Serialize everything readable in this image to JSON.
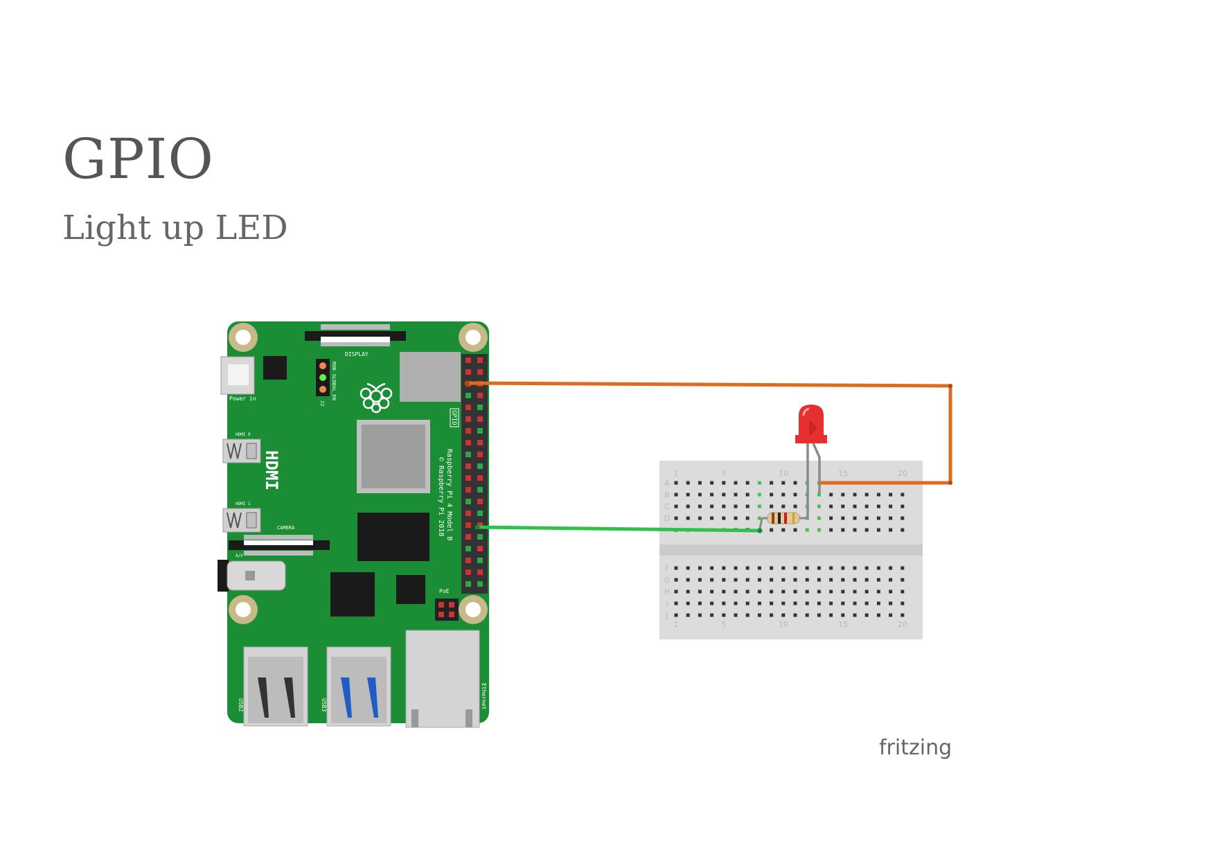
{
  "title": "GPIO",
  "subtitle": "Light up LED",
  "brand": "fritzing",
  "board": {
    "display_label": "DISPLAY",
    "power_label": "Power in",
    "led_labels": [
      "RUN",
      "GLOBAL_EN"
    ],
    "j2_label": "J2",
    "hdmi0_label": "HDMI 0",
    "hdmi1_label": "HDMI 1",
    "hdmi_label": "HDMI",
    "camera_label": "CAMERA",
    "av_label": "A/V",
    "gpio_label": "GPIO",
    "model_line1": "Raspberry Pi 4 Model B",
    "model_line2": "© Raspberry Pi 2018",
    "poe_label": "PoE",
    "usb2_label": "USB2",
    "usb3_label": "USB3",
    "ethernet_label": "Ethernet"
  },
  "breadboard": {
    "rows_top": [
      "A",
      "B",
      "C",
      "D"
    ],
    "rows_bottom": [
      "F",
      "G",
      "H",
      "I",
      "J"
    ],
    "column_numbers": [
      "1",
      "5",
      "10",
      "15",
      "20"
    ]
  },
  "colors": {
    "pcb": "#1b8e35",
    "wire_orange": "#e06a1e",
    "wire_green": "#2ec24a",
    "led": "#e63030",
    "breadboard": "#dcdcdc",
    "title": "#555555"
  }
}
